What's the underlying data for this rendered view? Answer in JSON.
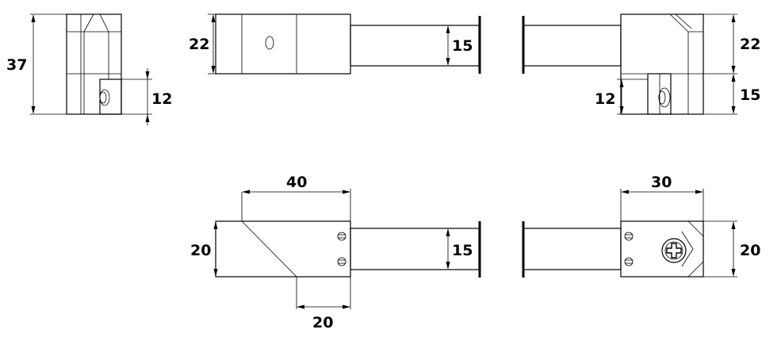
{
  "views": {
    "side_view": {
      "height_dim": "37",
      "small_dim": "12"
    },
    "top_view": {
      "body_dim": "22",
      "rod_dim": "15"
    },
    "mirror_view": {
      "body_dim": "22",
      "lower_dim": "15",
      "small_dim": "12"
    },
    "front_view": {
      "width_dim": "40",
      "height_dim": "20",
      "rod_dim": "15",
      "bottom_dim": "20"
    },
    "end_view": {
      "width_dim": "30",
      "height_dim": "20"
    }
  }
}
